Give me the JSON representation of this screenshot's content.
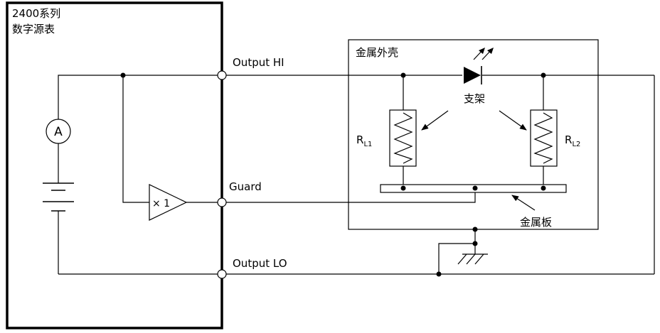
{
  "instrument": {
    "line1": "2400系列",
    "line2": "数字源表",
    "ammeter_symbol": "A",
    "buffer_label": "× 1"
  },
  "terminals": {
    "output_hi": "Output HI",
    "guard": "Guard",
    "output_lo": "Output LO"
  },
  "enclosure": {
    "title": "金属外壳",
    "support_label": "支架",
    "plate_label": "金属板",
    "rl1_main": "R",
    "rl1_sub": "L1",
    "rl2_main": "R",
    "rl2_sub": "L2"
  }
}
